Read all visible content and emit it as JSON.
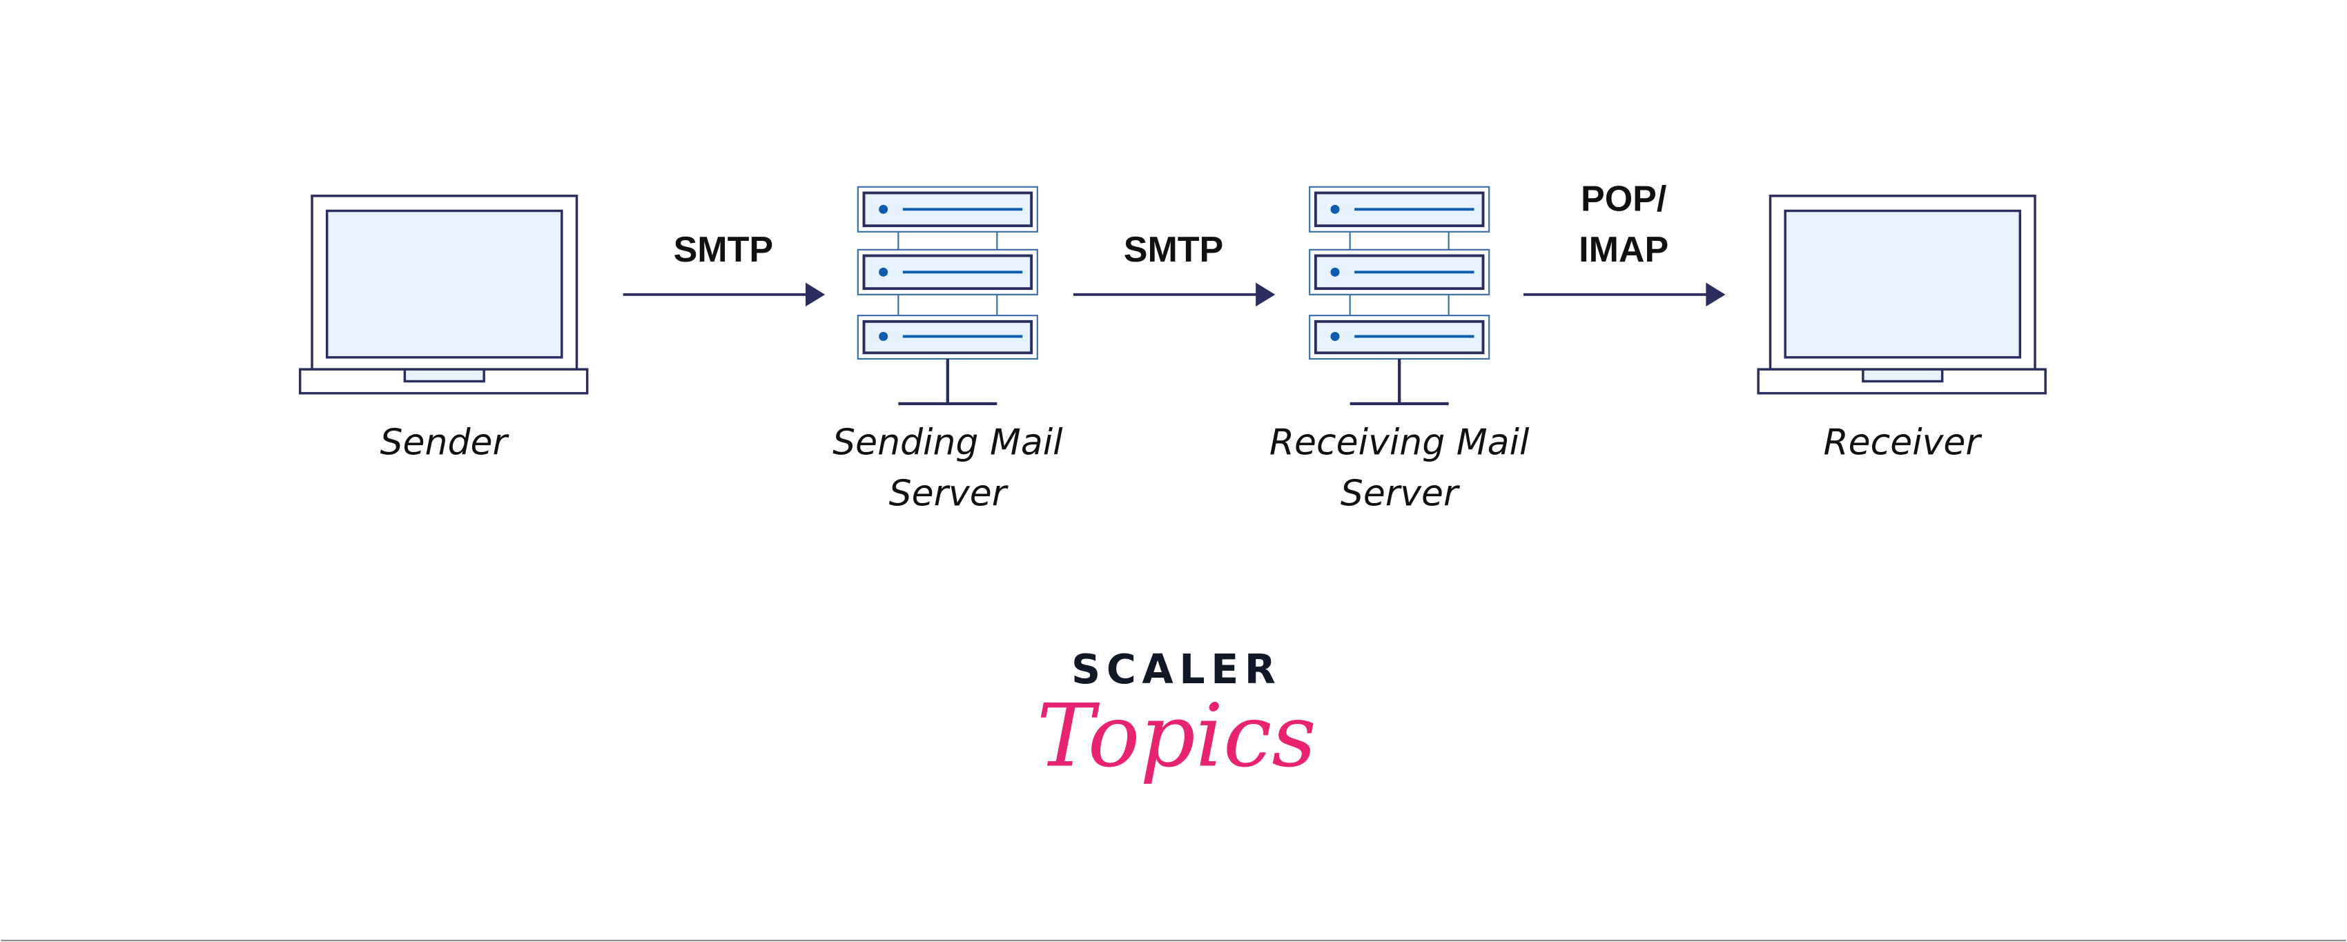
{
  "nodes": {
    "sender": "Sender",
    "sending_server": [
      "Sending Mail",
      "Server"
    ],
    "receiving_server": [
      "Receiving Mail",
      "Server"
    ],
    "receiver": "Receiver"
  },
  "arrows": {
    "first": "SMTP",
    "second": "SMTP",
    "third": [
      "POP/",
      "IMAP"
    ]
  },
  "logo": {
    "line1": "SCALER",
    "line2": "Topics"
  },
  "colors": {
    "stroke": "#2b2d5e",
    "fill": "#e6f2fd",
    "accent": "#0b5cad",
    "brand_pink": "#e8236f"
  }
}
